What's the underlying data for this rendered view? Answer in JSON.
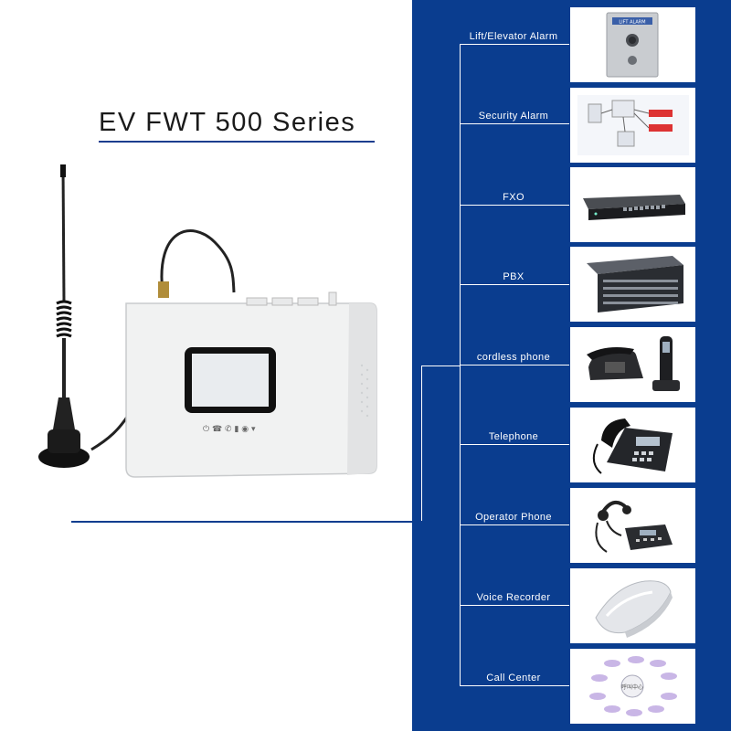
{
  "title": "EV FWT 500 Series",
  "colors": {
    "panel": "#0a3d8f",
    "line": "#ffffff",
    "title_underline": "#1c3d8e"
  },
  "connections": [
    {
      "label": "Lift/Elevator Alarm",
      "icon": "elevator-alarm-panel-icon",
      "plate_text": "LIFT ALARM"
    },
    {
      "label": "Security Alarm",
      "icon": "security-alarm-diagram-icon"
    },
    {
      "label": "FXO",
      "icon": "fxo-gateway-icon"
    },
    {
      "label": "PBX",
      "icon": "pbx-rack-icon"
    },
    {
      "label": "cordless phone",
      "icon": "cordless-phone-icon"
    },
    {
      "label": "Telephone",
      "icon": "telephone-icon"
    },
    {
      "label": "Operator Phone",
      "icon": "operator-headset-phone-icon"
    },
    {
      "label": "Voice Recorder",
      "icon": "voice-recorder-icon"
    },
    {
      "label": "Call Center",
      "icon": "call-center-diagram-icon",
      "center_text": "呼叫中心"
    }
  ]
}
